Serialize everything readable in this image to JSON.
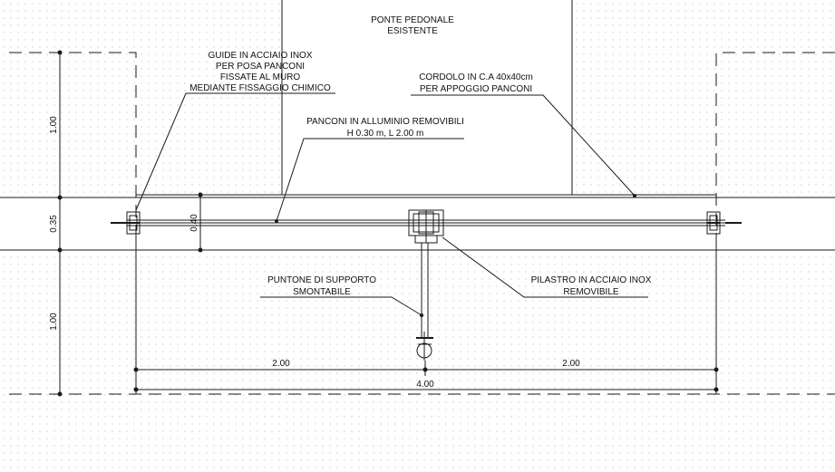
{
  "labels": {
    "ponte_line1": "PONTE PEDONALE",
    "ponte_line2": "ESISTENTE",
    "guide_line1": "GUIDE IN ACCIAIO INOX",
    "guide_line2": "PER POSA PANCONI",
    "guide_line3": "FISSATE AL MURO",
    "guide_line4": "MEDIANTE FISSAGGIO CHIMICO",
    "cordolo_line1": "CORDOLO IN C.A 40x40cm",
    "cordolo_line2": "PER APPOGGIO PANCONI",
    "panconi_line1": "PANCONI IN ALLUMINIO REMOVIBILI",
    "panconi_line2": "H 0.30 m, L 2.00 m",
    "puntone_line1": "PUNTONE DI SUPPORTO",
    "puntone_line2": "SMONTABILE",
    "pilastro_line1": "PILASTRO IN ACCIAIO INOX",
    "pilastro_line2": "REMOVIBILE"
  },
  "dimensions": {
    "left_top": "1.00",
    "left_mid": "0.35",
    "left_bottom": "1.00",
    "inner_height": "0.40",
    "span_left": "2.00",
    "span_right": "2.00",
    "total": "4.00"
  },
  "colors": {
    "line": "#1a1a1a",
    "dots": "#b8b8b8",
    "background": "#ffffff"
  }
}
